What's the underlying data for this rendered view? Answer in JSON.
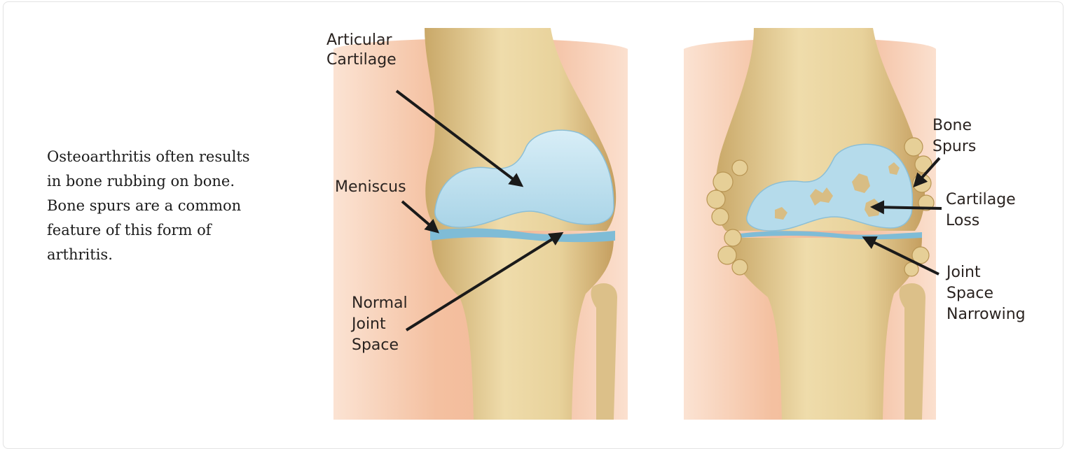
{
  "caption": {
    "line1": "Osteoarthritis often results",
    "line2": "in bone rubbing on bone.",
    "line3": "Bone spurs are a common",
    "line4": "feature of this form of",
    "line5": "arthritis."
  },
  "figure": {
    "normal_knee": {
      "articular_cartilage": [
        "Articular",
        "Cartilage"
      ],
      "meniscus": [
        "Meniscus"
      ],
      "normal_joint_space": [
        "Normal",
        "Joint",
        "Space"
      ]
    },
    "arthritic_knee": {
      "bone_spurs": [
        "Bone",
        "Spurs"
      ],
      "cartilage_loss": [
        "Cartilage",
        "Loss"
      ],
      "joint_space_narrowing": [
        "Joint",
        "Space",
        "Narrowing"
      ]
    }
  },
  "colors": {
    "skin": "#f2b998",
    "bone": "#e8d29b",
    "bone_shadow": "#c9a868",
    "cartilage": "#bfe0ee",
    "meniscus": "#7fbcd6",
    "text": "#1b1b1b"
  }
}
